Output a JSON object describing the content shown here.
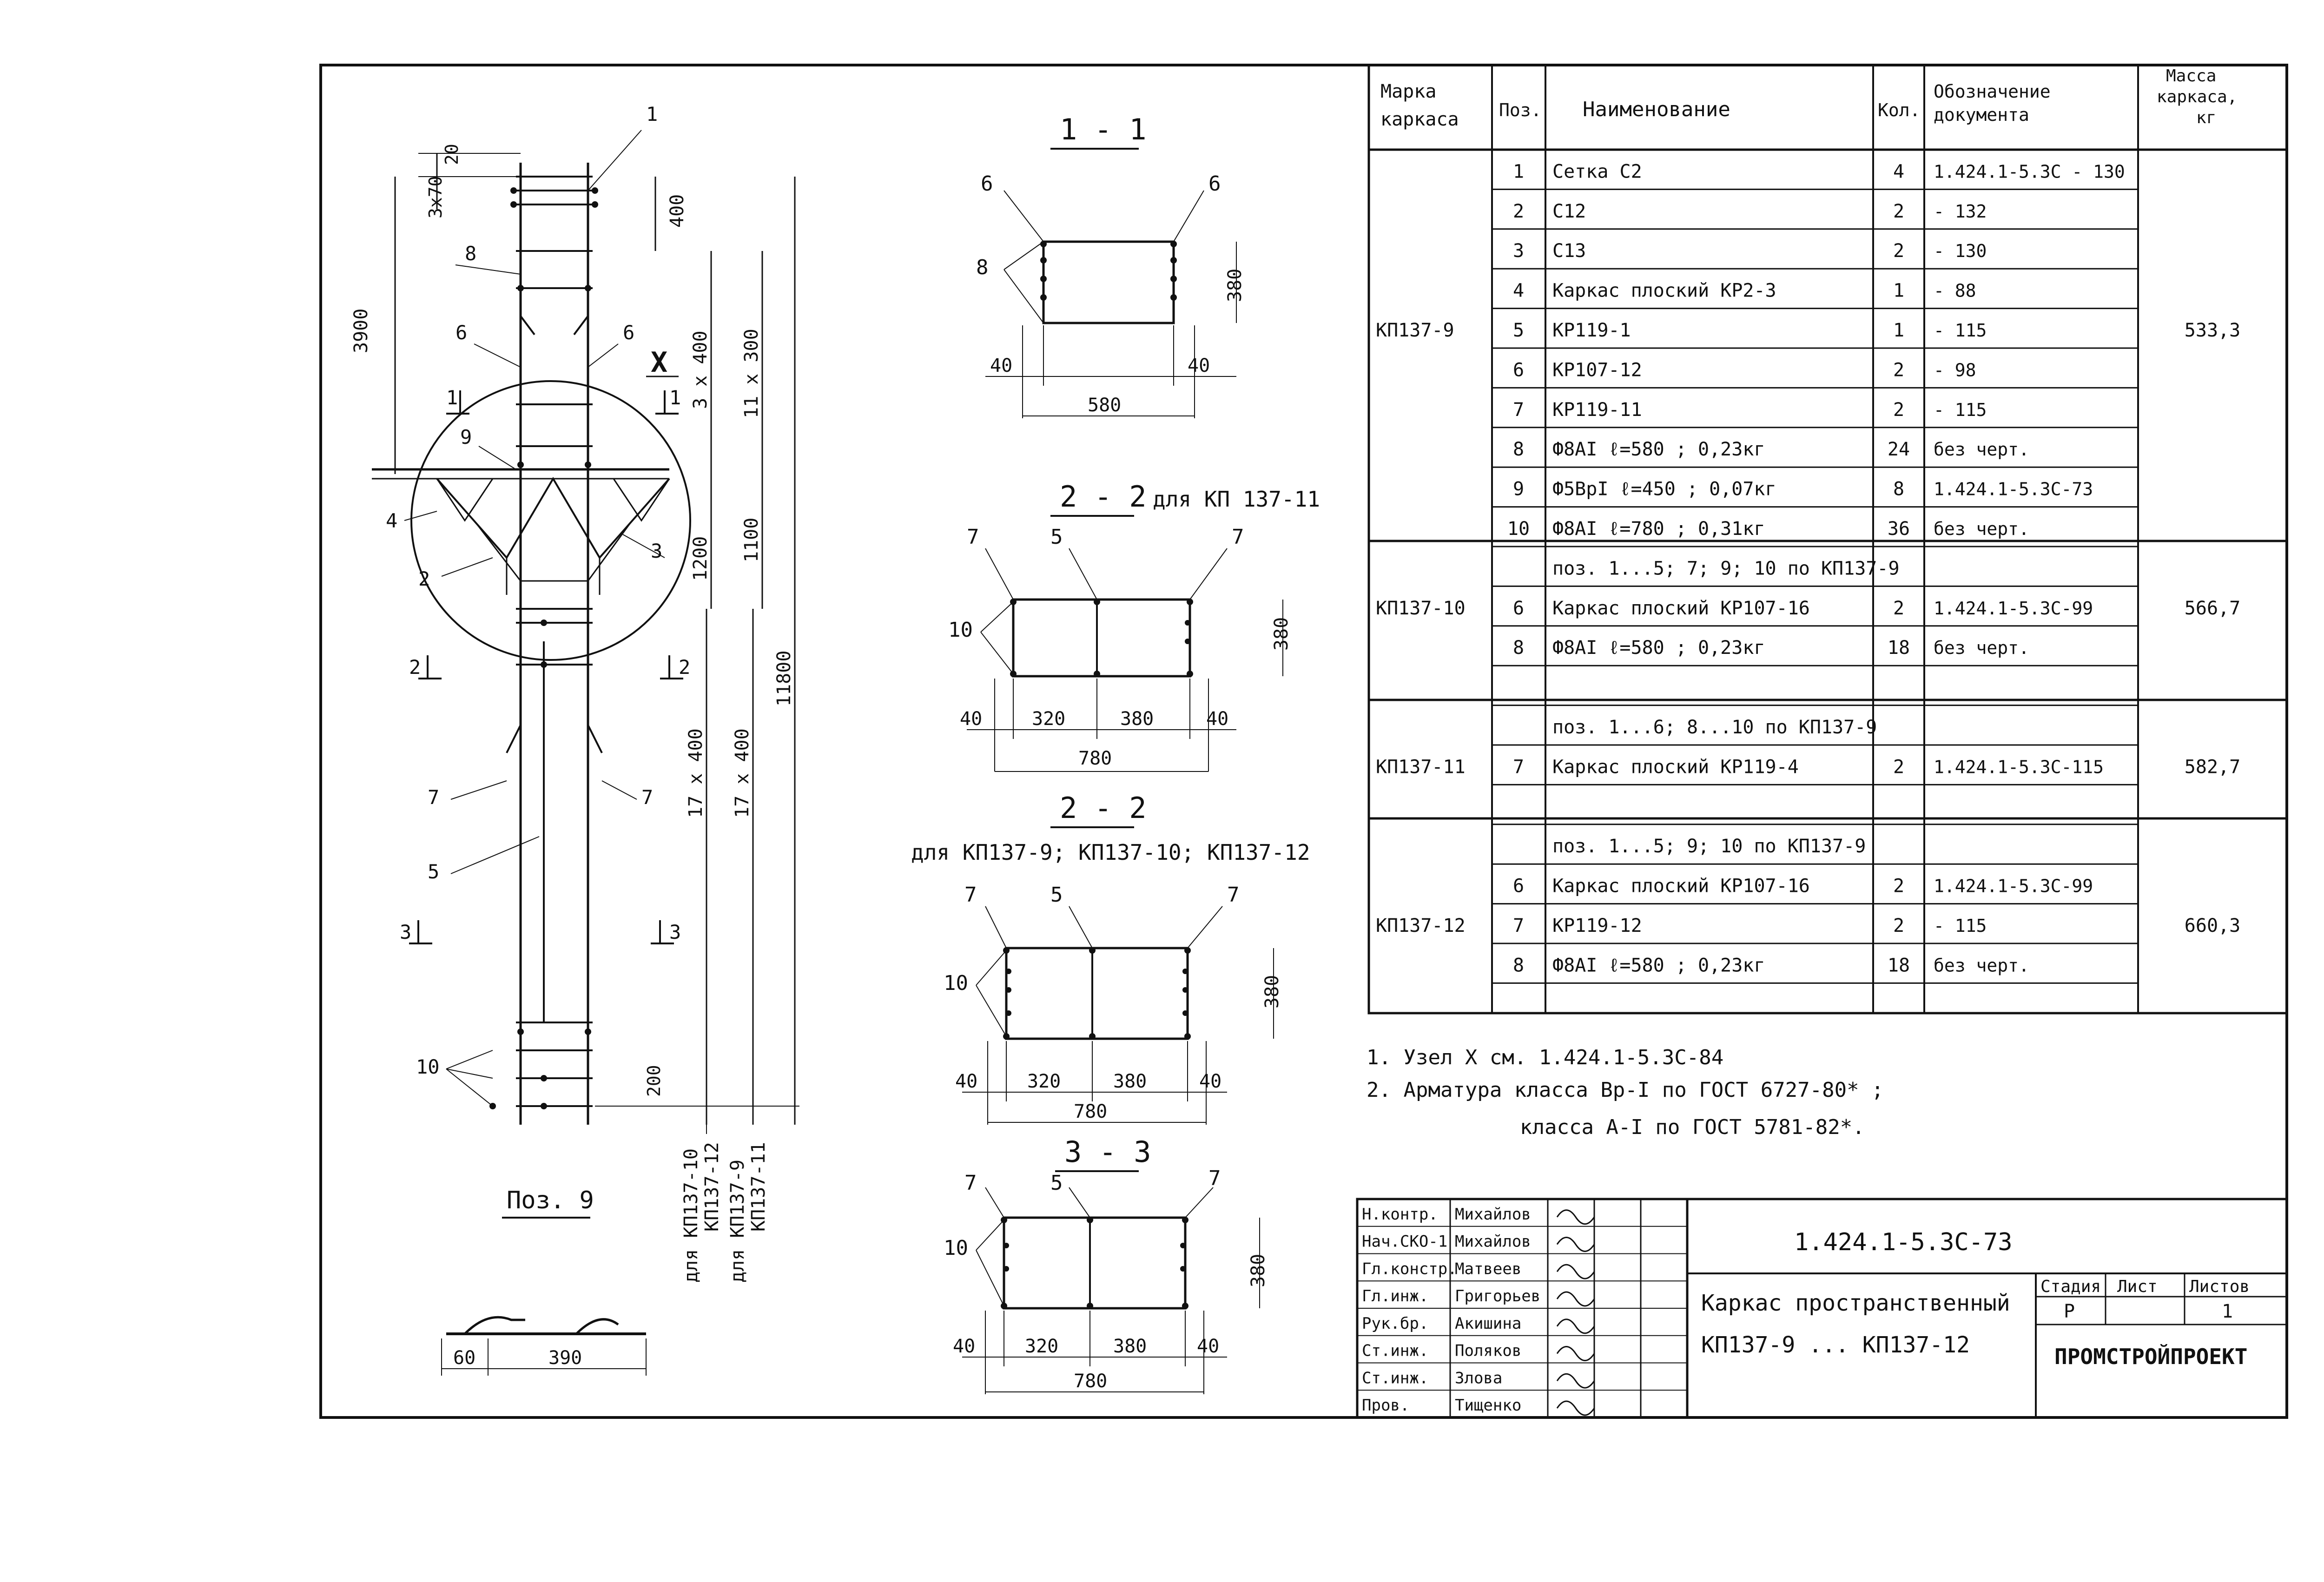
{
  "views": {
    "elevation": {
      "dim_20": "20",
      "dim_3x70": "3х70",
      "dim_400": "400",
      "dim_3900": "3900",
      "dim_3x400": "3 х 400",
      "dim_11x300": "11 х 300",
      "dim_1200": "1200",
      "dim_1100": "1100",
      "dim_11800": "11800",
      "dim_17x400": "17 х 400",
      "dim_17x400b": "17 х 400",
      "dim_200": "200",
      "node": "X",
      "pos": [
        "1",
        "8",
        "6",
        "6",
        "9",
        "4",
        "2",
        "3",
        "7",
        "7",
        "5",
        "10"
      ],
      "cut": [
        "1",
        "1",
        "2",
        "2",
        "3",
        "3"
      ],
      "for_labels": [
        "для КП137-10",
        "КП137-12",
        "для КП137-9",
        "КП137-11"
      ]
    },
    "pos9": {
      "title": "Поз. 9",
      "dim_60": "60",
      "dim_390": "390"
    },
    "s11": {
      "title": "1 - 1",
      "p6a": "6",
      "p6b": "6",
      "p8": "8",
      "d380": "380",
      "d40a": "40",
      "d40b": "40",
      "d580": "580"
    },
    "s22a": {
      "title": "2 - 2",
      "sub": "для КП 137-11",
      "p7a": "7",
      "p5": "5",
      "p7b": "7",
      "p10": "10",
      "d380": "380",
      "d40a": "40",
      "d320": "320",
      "d380b": "380",
      "d40b": "40",
      "d780": "780"
    },
    "s22b": {
      "title": "2 - 2",
      "sub": "для КП137-9; КП137-10; КП137-12",
      "p7a": "7",
      "p5": "5",
      "p7b": "7",
      "p10": "10",
      "d380": "380",
      "d40a": "40",
      "d320": "320",
      "d380b": "380",
      "d40b": "40",
      "d780": "780"
    },
    "s33": {
      "title": "3 - 3",
      "p7a": "7",
      "p5": "5",
      "p7b": "7",
      "p10": "10",
      "d380": "380",
      "d40a": "40",
      "d320": "320",
      "d380b": "380",
      "d40b": "40",
      "d780": "780"
    }
  },
  "spec": {
    "headers": [
      "Марка каркаса",
      "Поз.",
      "Наименование",
      "Кол.",
      "Обозначение документа",
      "Масса каркаса, кг"
    ],
    "rows": [
      [
        "",
        "1",
        "Сетка С2",
        "4",
        "1.424.1-5.3С - 130",
        ""
      ],
      [
        "",
        "2",
        "С12",
        "2",
        "- 132",
        ""
      ],
      [
        "",
        "3",
        "С13",
        "2",
        "- 130",
        ""
      ],
      [
        "",
        "4",
        "Каркас плоский КР2-3",
        "1",
        "- 88",
        ""
      ],
      [
        "КП137-9",
        "5",
        "КР119-1",
        "1",
        "- 115",
        "533,3"
      ],
      [
        "",
        "6",
        "КР107-12",
        "2",
        "- 98",
        ""
      ],
      [
        "",
        "7",
        "КР119-11",
        "2",
        "- 115",
        ""
      ],
      [
        "",
        "8",
        "Ф8АI  ℓ=580 ;  0,23кг",
        "24",
        "без черт.",
        ""
      ],
      [
        "",
        "9",
        "Ф5ВрI  ℓ=450 ;  0,07кг",
        "8",
        "1.424.1-5.3С-73",
        ""
      ],
      [
        "",
        "10",
        "Ф8АI  ℓ=780 ;  0,31кг",
        "36",
        "без черт.",
        ""
      ],
      [
        "",
        "",
        "поз. 1...5; 7; 9; 10 по КП137-9",
        "",
        "",
        ""
      ],
      [
        "КП137-10",
        "6",
        "Каркас плоский КР107-16",
        "2",
        "1.424.1-5.3С-99",
        "566,7"
      ],
      [
        "",
        "8",
        "Ф8АI  ℓ=580 ;  0,23кг",
        "18",
        "без черт.",
        ""
      ],
      [
        "",
        "",
        "",
        "",
        "",
        ""
      ],
      [
        "",
        "",
        "поз. 1...6; 8...10 по КП137-9",
        "",
        "",
        ""
      ],
      [
        "КП137-11",
        "7",
        "Каркас плоский КР119-4",
        "2",
        "1.424.1-5.3С-115",
        "582,7"
      ],
      [
        "",
        "",
        "",
        "",
        "",
        ""
      ],
      [
        "",
        "",
        "поз. 1...5; 9; 10 по КП137-9",
        "",
        "",
        ""
      ],
      [
        "",
        "6",
        "Каркас плоский КР107-16",
        "2",
        "1.424.1-5.3С-99",
        ""
      ],
      [
        "КП137-12",
        "7",
        "КР119-12",
        "2",
        "- 115",
        "660,3"
      ],
      [
        "",
        "8",
        "Ф8АI  ℓ=580 ;  0,23кг",
        "18",
        "без черт.",
        ""
      ],
      [
        "",
        "",
        "",
        "",
        "",
        ""
      ]
    ]
  },
  "notes": [
    "1.  Узел X см. 1.424.1-5.3С-84",
    "2.  Арматура  класса  Вр-I  по ГОСТ 6727-80* ;",
    "класса  А-I  по ГОСТ 5781-82*."
  ],
  "title_block": {
    "staff": [
      [
        "Н.контр.",
        "Михайлов"
      ],
      [
        "Нач.СКО-1",
        "Михайлов"
      ],
      [
        "Гл.констр.",
        "Матвеев"
      ],
      [
        "Гл.инж.",
        "Григорьев"
      ],
      [
        "Рук.бр.",
        "Акишина"
      ],
      [
        "Ст.инж.",
        "Поляков"
      ],
      [
        "Ст.инж.",
        "Злова"
      ],
      [
        "Пров.",
        "Тищенко"
      ]
    ],
    "doc_code": "1.424.1-5.3С-73",
    "title_line1": "Каркас пространственный",
    "title_line2": "КП137-9 ... КП137-12",
    "stage_label": "Стадия",
    "sheet_label": "Лист",
    "sheets_label": "Листов",
    "stage": "Р",
    "sheet": "",
    "sheets": "1",
    "org": "ПРОМСТРОЙПРОЕКТ"
  }
}
